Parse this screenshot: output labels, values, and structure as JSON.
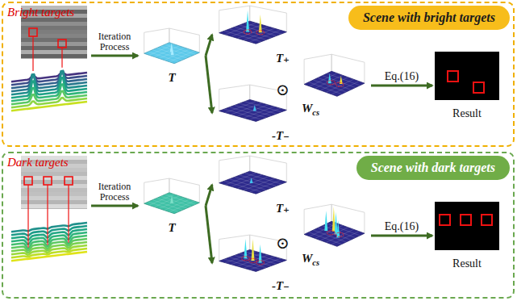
{
  "diagram": {
    "nodes": [
      {
        "text": [
          "Scene with bright targets"
        ]
      },
      {
        "text": [
          "Bright targets"
        ],
        "in": 0
      },
      {
        "text": [
          "T"
        ],
        "in": 0
      },
      {
        "text": [
          "T₊"
        ],
        "in": 0
      },
      {
        "text": [
          "-T₋"
        ],
        "in": 0
      },
      {
        "text": [
          "Wcs"
        ],
        "in": 0
      },
      {
        "text": [
          "Result"
        ],
        "in": 0
      },
      {
        "text": [
          "Scene with dark targets"
        ]
      },
      {
        "text": [
          "Dark targets"
        ],
        "in": 7
      },
      {
        "text": [
          "T"
        ],
        "in": 7
      },
      {
        "text": [
          "T₊"
        ],
        "in": 7
      },
      {
        "text": [
          "-T₋"
        ],
        "in": 7
      },
      {
        "text": [
          "Wcs"
        ],
        "in": 7
      },
      {
        "text": [
          "Result"
        ],
        "in": 7
      }
    ],
    "edges": [
      {
        "from": 1,
        "to": 2,
        "label": "Iteration Process",
        "arrow": "to"
      },
      {
        "from": 2,
        "to": 3,
        "arrow": "to"
      },
      {
        "from": 2,
        "to": 4,
        "arrow": "to"
      },
      {
        "from": 5,
        "to": 6,
        "label": "Eq.(16)",
        "arrow": "to"
      },
      {
        "from": 8,
        "to": 9,
        "label": "Iteration Process",
        "arrow": "to"
      },
      {
        "from": 9,
        "to": 10,
        "arrow": "to"
      },
      {
        "from": 9,
        "to": 11,
        "arrow": "to"
      },
      {
        "from": 12,
        "to": 13,
        "label": "Eq.(16)",
        "arrow": "to"
      }
    ],
    "labels": [
      "⊙",
      "⊙"
    ]
  }
}
